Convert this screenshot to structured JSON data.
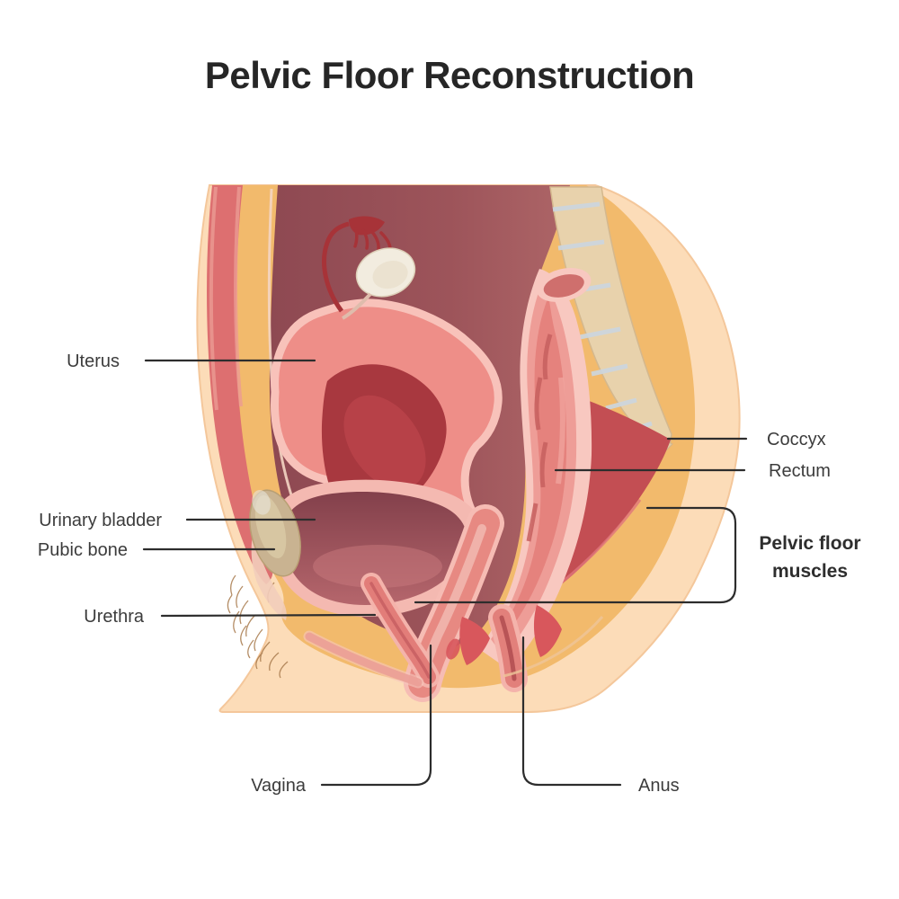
{
  "title": "Pelvic Floor Reconstruction",
  "diagram": {
    "labels": {
      "uterus": "Uterus",
      "urinary_bladder": "Urinary bladder",
      "pubic_bone": "Pubic bone",
      "urethra": "Urethra",
      "vagina": "Vagina",
      "anus": "Anus",
      "coccyx": "Coccyx",
      "rectum": "Rectum",
      "pelvic_floor_muscles": "Pelvic floor muscles"
    },
    "colors": {
      "skin": "#fcdcb8",
      "fat": "#f2ba6c",
      "muscle_red": "#dd6f70",
      "cavity_dark_red": "#a8383f",
      "organ_pink": "#ee8e88",
      "organ_rim": "#f8c2ba",
      "bone_tan": "#e8d2ac",
      "label_line": "#2d2d2d",
      "text": "#3c3c3c"
    }
  }
}
